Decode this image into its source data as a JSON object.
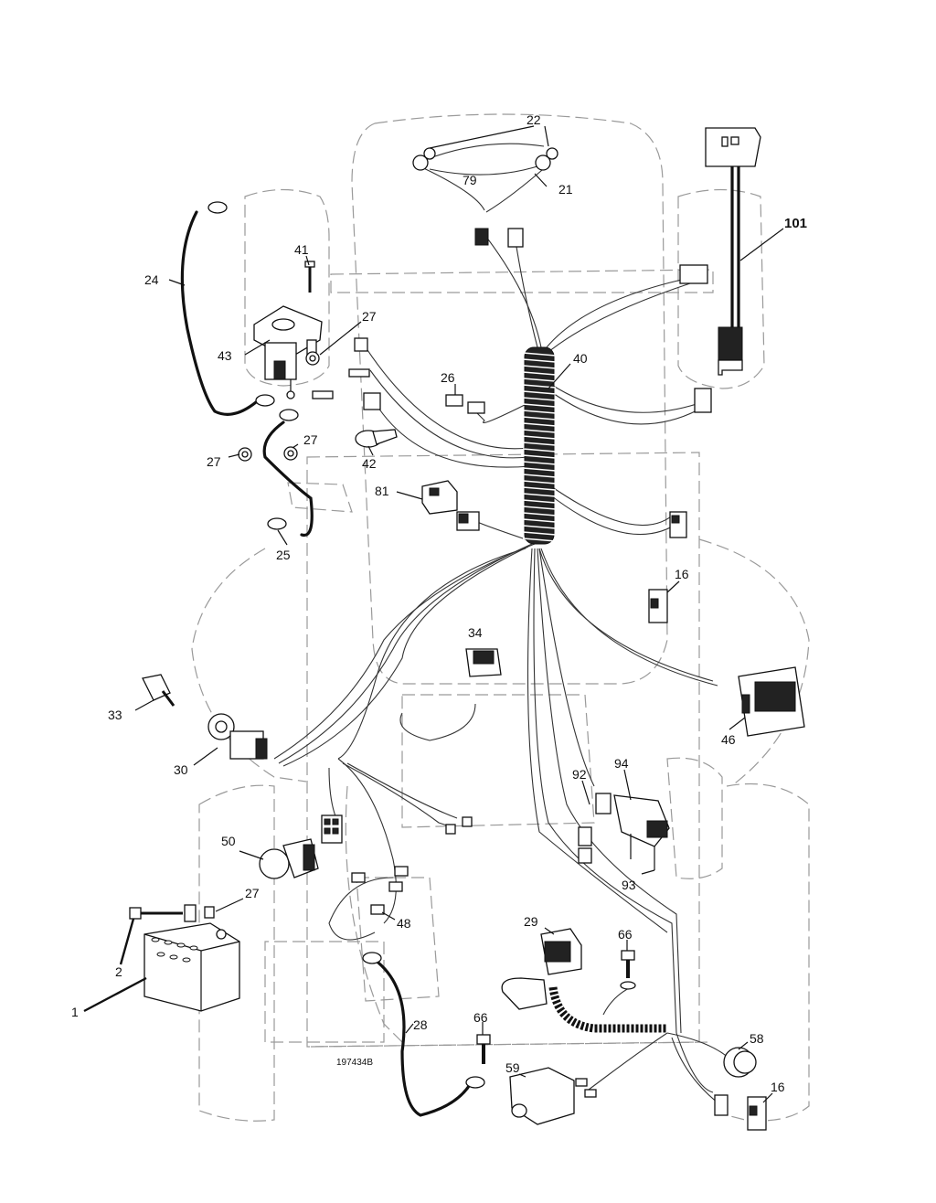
{
  "drawing_code": "197434B",
  "callouts": [
    {
      "id": "c22",
      "text": "22"
    },
    {
      "id": "c79",
      "text": "79"
    },
    {
      "id": "c21",
      "text": "21"
    },
    {
      "id": "c101",
      "text": "101"
    },
    {
      "id": "c24",
      "text": "24"
    },
    {
      "id": "c41",
      "text": "41"
    },
    {
      "id": "c27a",
      "text": "27"
    },
    {
      "id": "c43",
      "text": "43"
    },
    {
      "id": "c40",
      "text": "40"
    },
    {
      "id": "c26",
      "text": "26"
    },
    {
      "id": "c27b",
      "text": "27"
    },
    {
      "id": "c27c",
      "text": "27"
    },
    {
      "id": "c42",
      "text": "42"
    },
    {
      "id": "c81",
      "text": "81"
    },
    {
      "id": "c25",
      "text": "25"
    },
    {
      "id": "c16a",
      "text": "16"
    },
    {
      "id": "c34",
      "text": "34"
    },
    {
      "id": "c33",
      "text": "33"
    },
    {
      "id": "c46",
      "text": "46"
    },
    {
      "id": "c30",
      "text": "30"
    },
    {
      "id": "c94",
      "text": "94"
    },
    {
      "id": "c92",
      "text": "92"
    },
    {
      "id": "c50",
      "text": "50"
    },
    {
      "id": "c27d",
      "text": "27"
    },
    {
      "id": "c93",
      "text": "93"
    },
    {
      "id": "c48",
      "text": "48"
    },
    {
      "id": "c29",
      "text": "29"
    },
    {
      "id": "c66a",
      "text": "66"
    },
    {
      "id": "c2",
      "text": "2"
    },
    {
      "id": "c1",
      "text": "1"
    },
    {
      "id": "c28",
      "text": "28"
    },
    {
      "id": "c66b",
      "text": "66"
    },
    {
      "id": "c58",
      "text": "58"
    },
    {
      "id": "c59",
      "text": "59"
    },
    {
      "id": "c16b",
      "text": "16"
    }
  ]
}
